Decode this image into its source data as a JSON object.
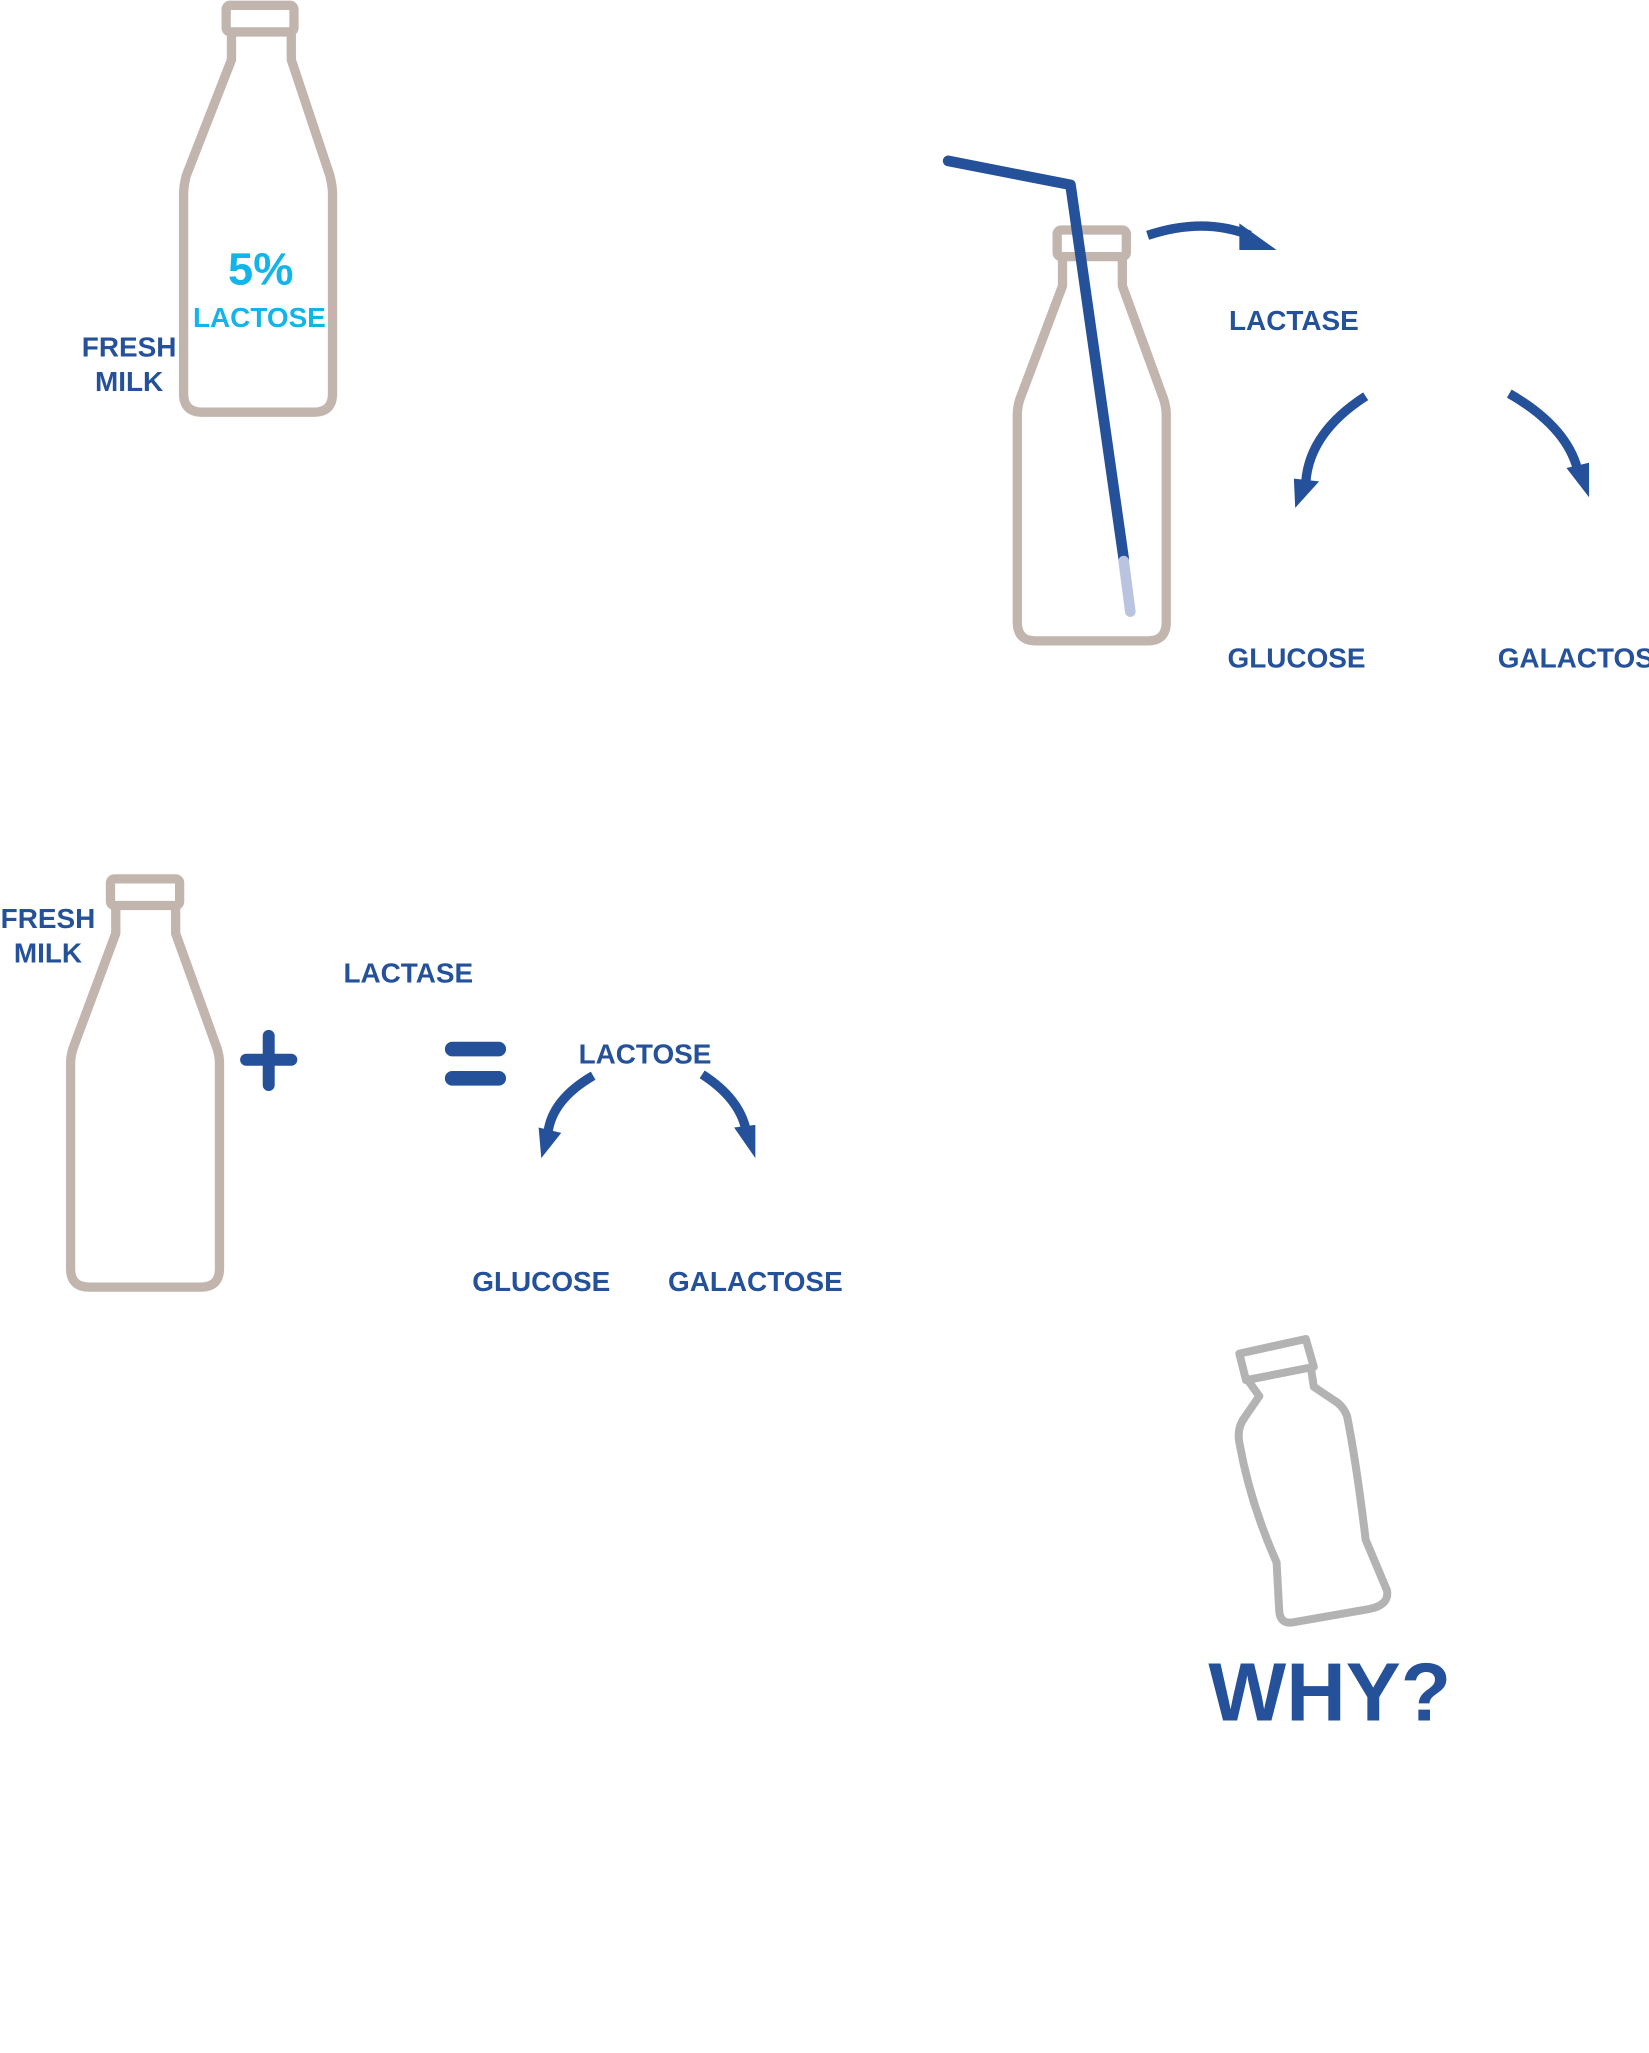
{
  "panel1": {
    "fresh_line1": "FRESH",
    "fresh_line2": "MILK",
    "percent": "5%",
    "percent_label": "LACTOSE"
  },
  "panel2": {
    "enzyme": "LACTASE",
    "product_left": "GLUCOSE",
    "product_right": "GALACTOSE"
  },
  "panel3": {
    "fresh_line1": "FRESH",
    "fresh_line2": "MILK",
    "plus": "+",
    "enzyme": "LACTASE",
    "substrate": "LACTOSE",
    "product_left": "GLUCOSE",
    "product_right": "GALACTOSE"
  },
  "panel4": {
    "question": "WHY?"
  },
  "colors": {
    "blue": "#24519a",
    "cyan": "#12b5ea",
    "bottle": "#c2b5ae",
    "grey": "#b3b3b3"
  }
}
